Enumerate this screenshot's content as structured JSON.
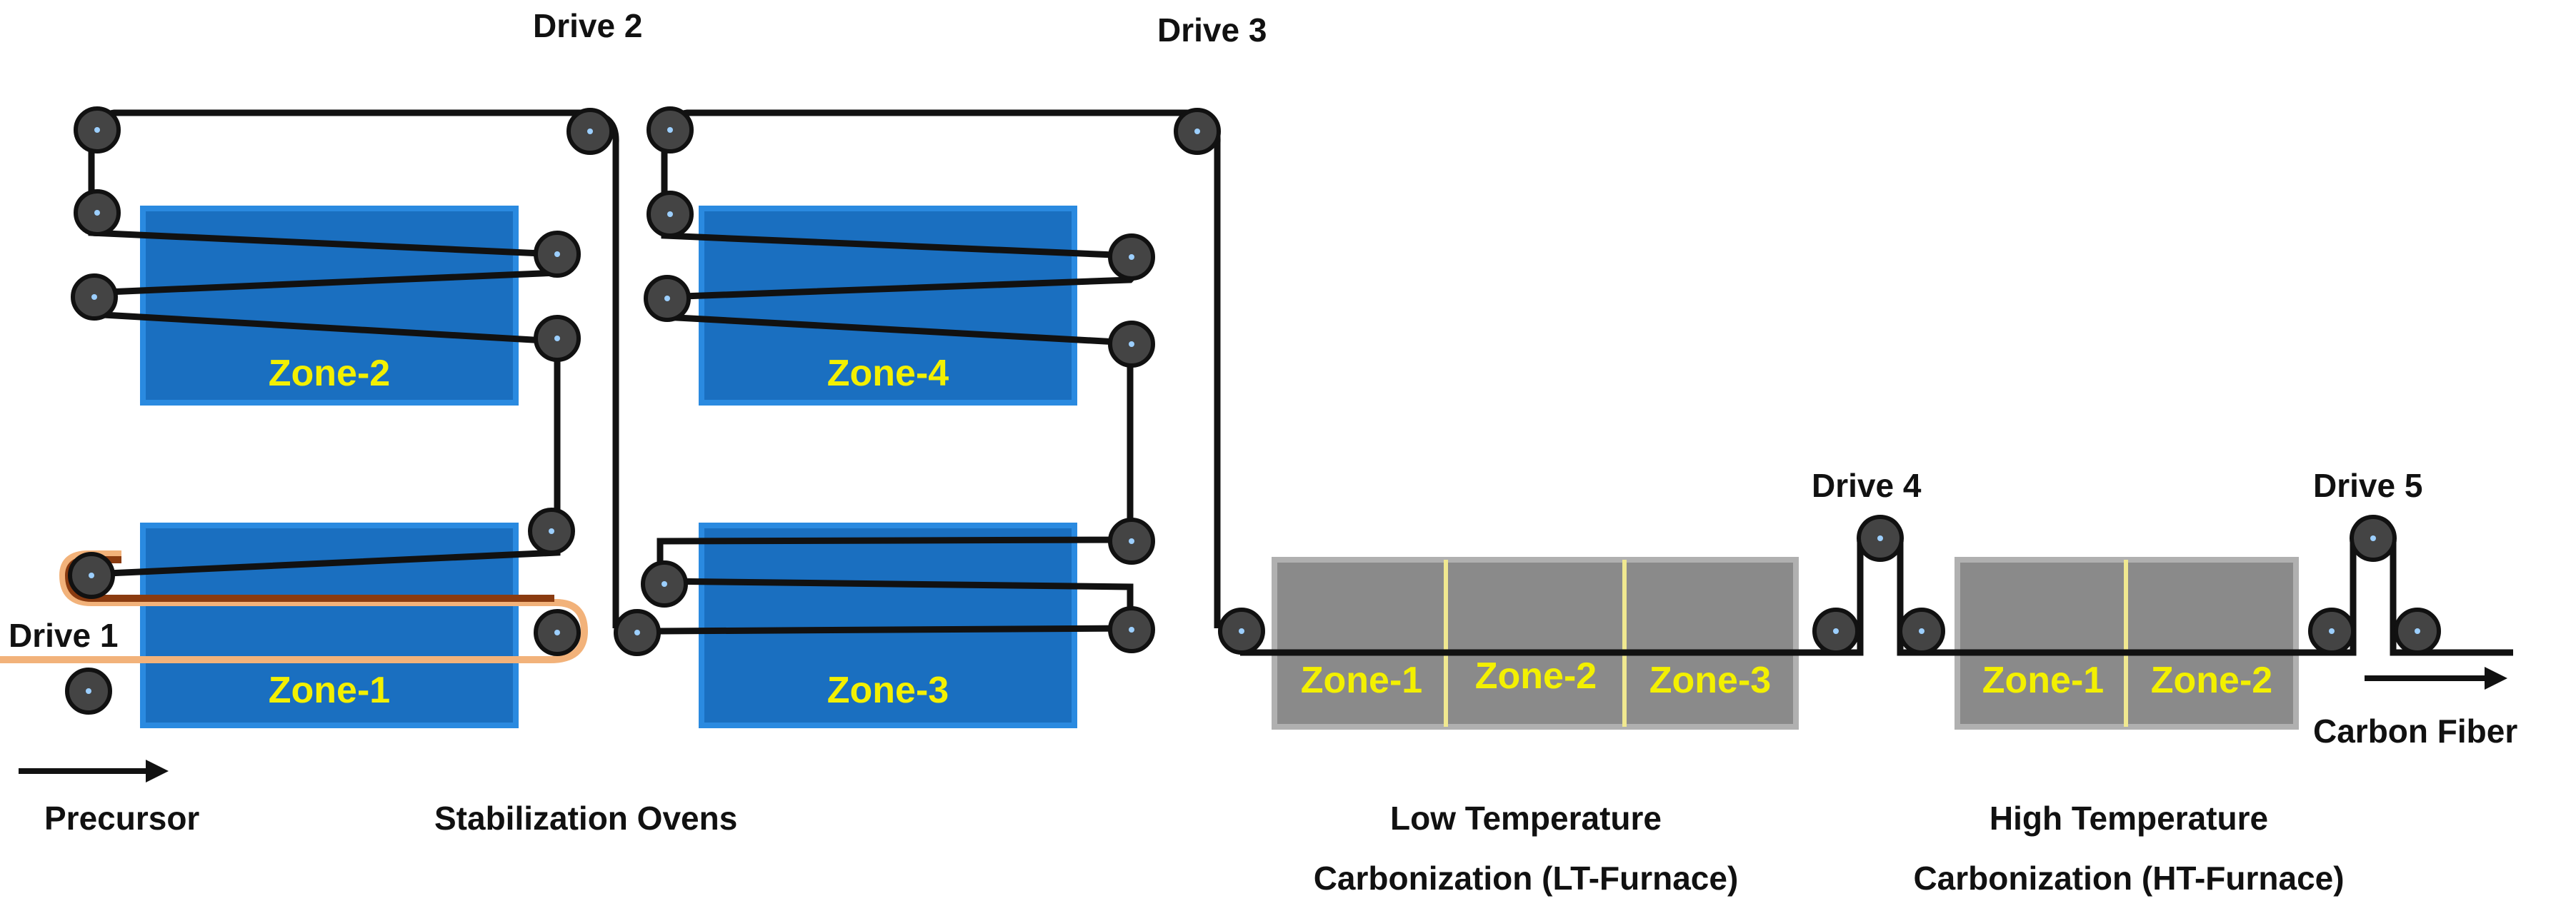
{
  "colors": {
    "fiber_path": "#111111",
    "oven_fill": "#1a6fc0",
    "oven_border": "#2a8ae0",
    "furnace_fill": "#8a8a8a",
    "furnace_border": "#b0b0b0",
    "zone_text": "#f3f000",
    "furnace_divider": "#f0e890",
    "precursor_path_dark": "#8a3b10",
    "precursor_path_light": "#f2b27a",
    "roller_fill": "#444444",
    "roller_dot": "#9ccfff"
  },
  "drives": {
    "drive_1": "Drive 1",
    "drive_2": "Drive 2",
    "drive_3": "Drive 3",
    "drive_4": "Drive 4",
    "drive_5": "Drive 5"
  },
  "stabilization": {
    "zone_1": "Zone-1",
    "zone_2": "Zone-2",
    "zone_3": "Zone-3",
    "zone_4": "Zone-4",
    "caption": "Stabilization Ovens"
  },
  "lt_furnace": {
    "zones": [
      "Zone-1",
      "Zone-2",
      "Zone-3"
    ],
    "caption_line1": "Low Temperature",
    "caption_line2": "Carbonization (LT-Furnace)"
  },
  "ht_furnace": {
    "zones": [
      "Zone-1",
      "Zone-2"
    ],
    "caption_line1": "High Temperature",
    "caption_line2": "Carbonization (HT-Furnace)"
  },
  "input_label": "Precursor",
  "output_label": "Carbon Fiber"
}
